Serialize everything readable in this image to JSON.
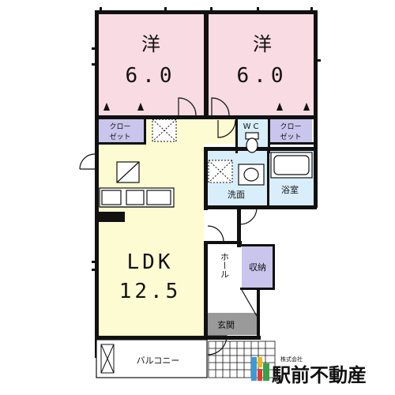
{
  "rooms": {
    "bedroom_left": {
      "name": "洋",
      "size": "6.0"
    },
    "bedroom_right": {
      "name": "洋",
      "size": "6.0"
    },
    "closet_left": {
      "line1": "クロー",
      "line2": "ゼット"
    },
    "closet_right": {
      "line1": "クロー",
      "line2": "ゼット"
    },
    "toilet": {
      "label": "WC"
    },
    "washroom": {
      "label": "洗面"
    },
    "bathroom": {
      "label": "浴室"
    },
    "ldk": {
      "name": "LDK",
      "size": "12.5"
    },
    "hall": {
      "label": "ホール"
    },
    "storage": {
      "label": "収納"
    },
    "entrance": {
      "label": "玄関"
    },
    "balcony": {
      "label": "バルコニー"
    }
  },
  "logo": {
    "small_text": "株式会社",
    "name": "駅前不動産",
    "colors": [
      "#3b9ad9",
      "#e8b820",
      "#e03c2c",
      "#3aa04a"
    ]
  },
  "colors": {
    "bedroom": "#f8dbe3",
    "ldk": "#fdfbd2",
    "closet": "#c9c5ec",
    "wet_area": "#d9eefb",
    "entrance": "#9a9a9a",
    "wall": "#111111"
  }
}
